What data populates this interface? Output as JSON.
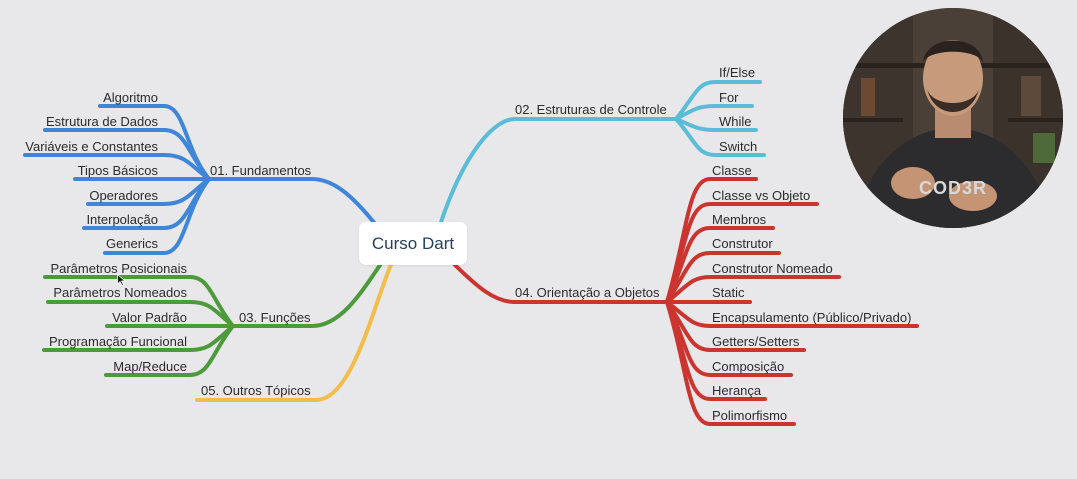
{
  "root": {
    "label": "Curso Dart"
  },
  "branches": [
    {
      "id": "fundamentos",
      "label": "01. Fundamentos",
      "color": "#3f86d8",
      "side": "left",
      "children": [
        "Algoritmo",
        "Estrutura de Dados",
        "Variáveis e Constantes",
        "Tipos Básicos",
        "Operadores",
        "Interpolação",
        "Generics"
      ]
    },
    {
      "id": "estruturas",
      "label": "02. Estruturas de Controle",
      "color": "#5bbcd8",
      "side": "right",
      "children": [
        "If/Else",
        "For",
        "While",
        "Switch"
      ]
    },
    {
      "id": "funcoes",
      "label": "03. Funções",
      "color": "#4c9a3c",
      "side": "left",
      "children": [
        "Parâmetros Posicionais",
        "Parâmetros Nomeados",
        "Valor Padrão",
        "Programação Funcional",
        "Map/Reduce"
      ]
    },
    {
      "id": "oo",
      "label": "04. Orientação a Objetos",
      "color": "#cc3430",
      "side": "right",
      "children": [
        "Classe",
        "Classe vs Objeto",
        "Membros",
        "Construtor",
        "Construtor Nomeado",
        "Static",
        "Encapsulamento (Público/Privado)",
        "Getters/Setters",
        "Composição",
        "Herança",
        "Polimorfismo"
      ]
    },
    {
      "id": "outros",
      "label": "05. Outros Tópicos",
      "color": "#f2bd4a",
      "side": "left",
      "children": []
    }
  ],
  "webcam": {
    "shirt_text": "COD3R"
  }
}
